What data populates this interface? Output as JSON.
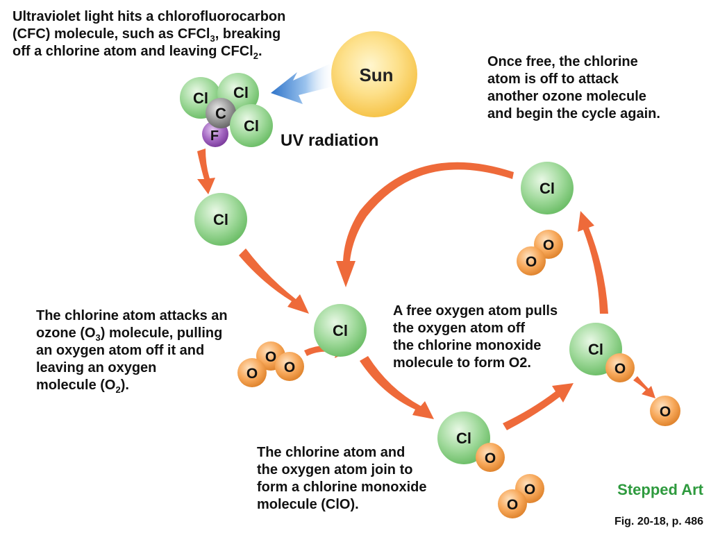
{
  "captions": {
    "uv_hits_cfc": {
      "parts": [
        {
          "t": "Ultraviolet light hits a chlorofluorocarbon"
        },
        {
          "br": true
        },
        {
          "t": "(CFC) molecule, such as CFCl"
        },
        {
          "sub": "3"
        },
        {
          "t": ", breaking"
        },
        {
          "br": true
        },
        {
          "t": "off a chlorine atom and leaving CFCl"
        },
        {
          "sub": "2"
        },
        {
          "t": "."
        }
      ]
    },
    "once_free": {
      "parts": [
        {
          "t": "Once free, the chlorine"
        },
        {
          "br": true
        },
        {
          "t": "atom is off to attack"
        },
        {
          "br": true
        },
        {
          "t": "another ozone molecule"
        },
        {
          "br": true
        },
        {
          "t": "and begin the cycle again."
        }
      ]
    },
    "chlorine_attacks": {
      "parts": [
        {
          "t": "The chlorine atom attacks an"
        },
        {
          "br": true
        },
        {
          "t": "ozone (O"
        },
        {
          "sub": "3"
        },
        {
          "t": ") molecule, pulling"
        },
        {
          "br": true
        },
        {
          "t": "an oxygen atom off it and"
        },
        {
          "br": true
        },
        {
          "t": "leaving an oxygen"
        },
        {
          "br": true
        },
        {
          "t": "molecule (O"
        },
        {
          "sub": "2"
        },
        {
          "t": ")."
        }
      ]
    },
    "free_oxygen": {
      "parts": [
        {
          "t": "A free oxygen atom pulls"
        },
        {
          "br": true
        },
        {
          "t": "the oxygen atom off"
        },
        {
          "br": true
        },
        {
          "t": "the chlorine monoxide"
        },
        {
          "br": true
        },
        {
          "t": "molecule to form O2."
        }
      ]
    },
    "join": {
      "parts": [
        {
          "t": "The chlorine atom and"
        },
        {
          "br": true
        },
        {
          "t": "the oxygen atom join to"
        },
        {
          "br": true
        },
        {
          "t": "form a chlorine monoxide"
        },
        {
          "br": true
        },
        {
          "t": "molecule (ClO)."
        }
      ]
    }
  },
  "labels": {
    "sun": "Sun",
    "uv_radiation": "UV radiation",
    "stepped_art": "Stepped Art",
    "fig_ref": "Fig. 20-18, p. 486"
  },
  "atoms": {
    "chlorine": "Cl",
    "carbon": "C",
    "fluorine": "F",
    "oxygen": "O"
  },
  "colors": {
    "chlorine_atom": "#9fd99a",
    "oxygen_atom": "#f7a85a",
    "carbon_atom": "#8c8c8c",
    "fluorine_atom": "#9a5cb8",
    "sun": "#fbd05a",
    "arrow": "#ee6a3a",
    "uv_arrow": "#3b7fd0",
    "stepped_art": "#2e9a3e"
  }
}
